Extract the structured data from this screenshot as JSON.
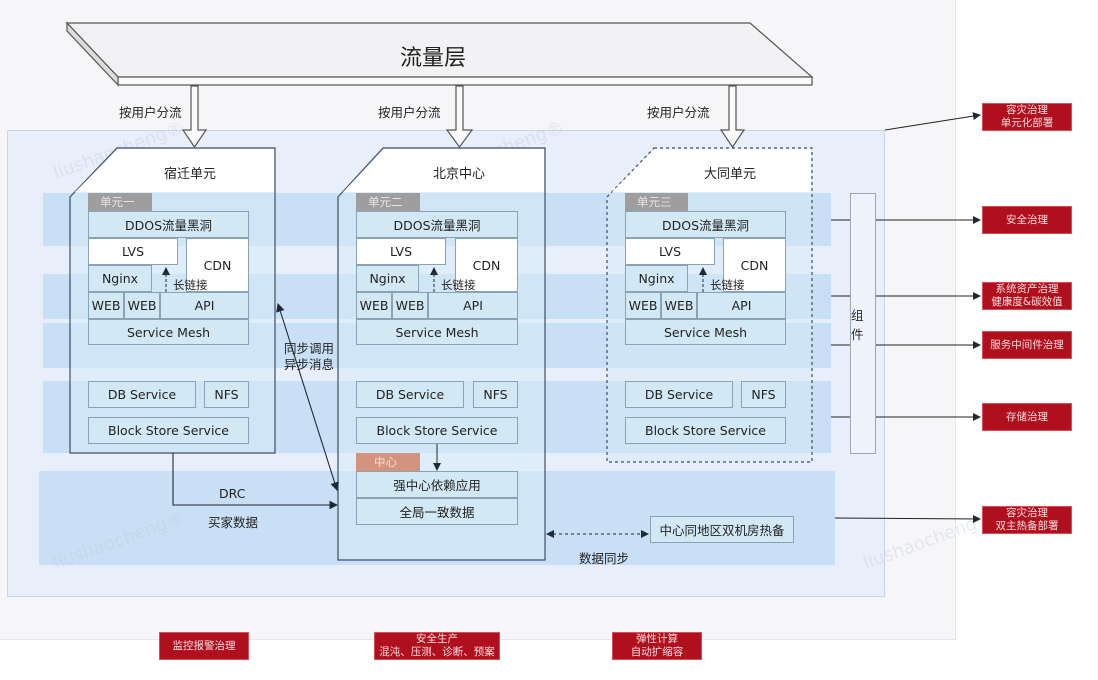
{
  "traffic_layer": {
    "title": "流量层",
    "split_label": "按用户分流"
  },
  "units": [
    {
      "title": "宿迁单元",
      "tag": "单元一",
      "ddos": "DDOS流量黑洞",
      "lvs": "LVS",
      "cdn": "CDN",
      "nginx": "Nginx",
      "long_link": "长链接",
      "web1": "WEB",
      "web2": "WEB",
      "api": "API",
      "mesh": "Service Mesh",
      "db": "DB Service",
      "nfs": "NFS",
      "block": "Block Store Service",
      "border": "solid"
    },
    {
      "title": "北京中心",
      "tag": "单元二",
      "ddos": "DDOS流量黑洞",
      "lvs": "LVS",
      "cdn": "CDN",
      "nginx": "Nginx",
      "long_link": "长链接",
      "web1": "WEB",
      "web2": "WEB",
      "api": "API",
      "mesh": "Service Mesh",
      "db": "DB Service",
      "nfs": "NFS",
      "block": "Block Store Service",
      "border": "solid"
    },
    {
      "title": "大同单元",
      "tag": "单元三",
      "ddos": "DDOS流量黑洞",
      "lvs": "LVS",
      "cdn": "CDN",
      "nginx": "Nginx",
      "long_link": "长链接",
      "web1": "WEB",
      "web2": "WEB",
      "api": "API",
      "mesh": "Service Mesh",
      "db": "DB Service",
      "nfs": "NFS",
      "block": "Block Store Service",
      "border": "dashed"
    }
  ],
  "center": {
    "tag": "中心",
    "strong_app": "强中心依赖应用",
    "global_data": "全局一致数据",
    "hot_standby": "中心同地区双机房热备",
    "data_sync": "数据同步"
  },
  "connections": {
    "sync_call": "同步调用",
    "async_msg": "异步消息",
    "drc": "DRC",
    "buyer_data": "买家数据"
  },
  "component_column": "组件",
  "governance": {
    "right": [
      {
        "line1": "容灾治理",
        "line2": "单元化部署"
      },
      {
        "line1": "安全治理",
        "line2": ""
      },
      {
        "line1": "系统资产治理",
        "line2": "健康度&碳效值"
      },
      {
        "line1": "服务中间件治理",
        "line2": ""
      },
      {
        "line1": "存储治理",
        "line2": ""
      },
      {
        "line1": "容灾治理",
        "line2": "双主热备部署"
      }
    ],
    "bottom": [
      {
        "line1": "监控报警治理",
        "line2": ""
      },
      {
        "line1": "安全生产",
        "line2": "混沌、压测、诊断、预案"
      },
      {
        "line1": "弹性计算",
        "line2": "自动扩缩容"
      }
    ]
  },
  "colors": {
    "governance_red": "#b0101e",
    "band_blue": "#c2dcf3",
    "center_tag": "#d4937e",
    "unit_tag": "#9e9e9e"
  }
}
